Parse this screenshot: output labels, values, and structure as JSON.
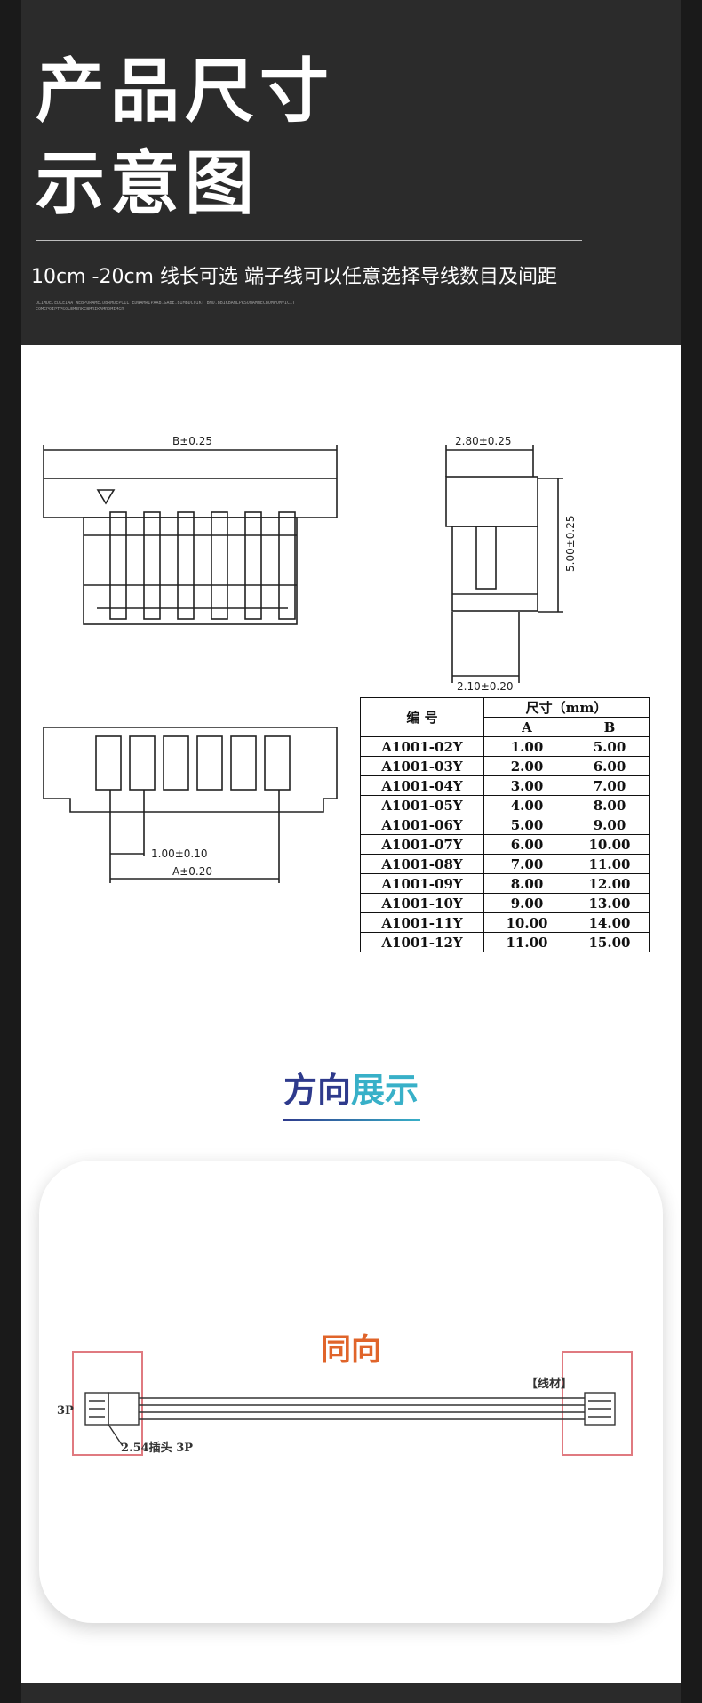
{
  "header": {
    "title_line1": "产品尺寸",
    "title_line2": "示意图",
    "subtitle": "10cm -20cm 线长可选   端子线可以任意选择导线数目及间距",
    "fine_print": "OLIMDE.EDLEIAA WEBPORAME.DBRMDEPCIL EDWAMRIPAAB.GABE.BIMBDC0IKT BMO.BBIKBAMLPRSOMAMMECBOMPOMVICIT COMCPOIPTPSOLEMERKCBMRIKAMRDMIMGR"
  },
  "drawing": {
    "dim_b": "B±0.25",
    "dim_280": "2.80±0.25",
    "dim_500": "5.00±0.25",
    "dim_210": "2.10±0.20",
    "dim_100": "1.00±0.10",
    "dim_a": "A±0.20"
  },
  "spec_table": {
    "col_part": "编  号",
    "col_size": "尺寸（mm）",
    "col_a": "A",
    "col_b": "B",
    "rows": [
      {
        "part": "A1001-02Y",
        "a": "1.00",
        "b": "5.00"
      },
      {
        "part": "A1001-03Y",
        "a": "2.00",
        "b": "6.00"
      },
      {
        "part": "A1001-04Y",
        "a": "3.00",
        "b": "7.00"
      },
      {
        "part": "A1001-05Y",
        "a": "4.00",
        "b": "8.00"
      },
      {
        "part": "A1001-06Y",
        "a": "5.00",
        "b": "9.00"
      },
      {
        "part": "A1001-07Y",
        "a": "6.00",
        "b": "10.00"
      },
      {
        "part": "A1001-08Y",
        "a": "7.00",
        "b": "11.00"
      },
      {
        "part": "A1001-09Y",
        "a": "8.00",
        "b": "12.00"
      },
      {
        "part": "A1001-10Y",
        "a": "9.00",
        "b": "13.00"
      },
      {
        "part": "A1001-11Y",
        "a": "10.00",
        "b": "14.00"
      },
      {
        "part": "A1001-12Y",
        "a": "11.00",
        "b": "15.00"
      }
    ]
  },
  "direction": {
    "section_title_a": "方向",
    "section_title_b": "展示",
    "same_direction": "同向",
    "pin_label": "3P",
    "connector_label": "2.54插头 3P",
    "wire_label": "【线材】"
  },
  "colors": {
    "title_blue": "#2e3a8c",
    "title_teal": "#38b0c8",
    "accent_orange": "#e0642a",
    "highlight_red": "#e07a80"
  }
}
